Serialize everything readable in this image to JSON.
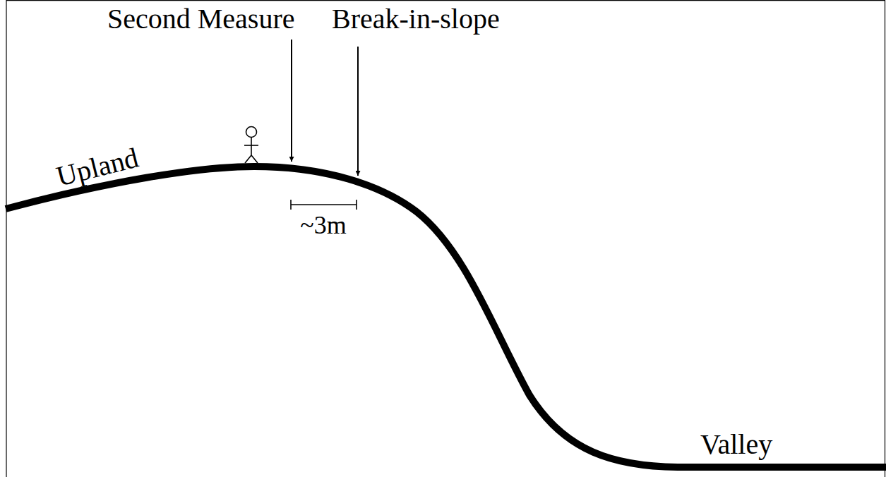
{
  "diagram": {
    "labels": [
      "Second Measure",
      "Break-in-slope",
      "~3m",
      "Upland",
      "Valley"
    ]
  }
}
